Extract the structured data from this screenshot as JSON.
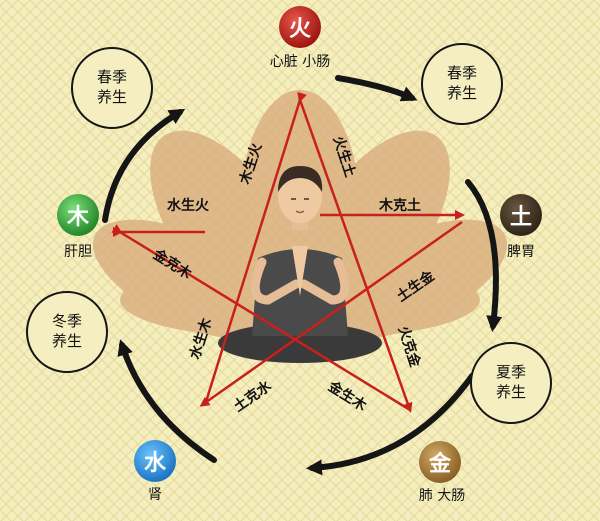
{
  "elements": {
    "fire": {
      "char": "火",
      "organs": "心脏 小肠",
      "color": "#c0201c"
    },
    "earth": {
      "char": "土",
      "organs": "脾胃",
      "color": "#4a3a28"
    },
    "metal": {
      "char": "金",
      "organs": "肺 大肠",
      "color": "#a0783a"
    },
    "water": {
      "char": "水",
      "organs": "肾",
      "color": "#2a8fd8"
    },
    "wood": {
      "char": "木",
      "organs": "肝胆",
      "color": "#3aa83a"
    }
  },
  "seasons": {
    "top_left": "春季\n养生",
    "top_right": "春季\n养生",
    "left": "冬季\n养生",
    "right": "夏季\n养生"
  },
  "relations": {
    "water_wood_fire": "水生火",
    "wood_fire": "木生火",
    "fire_earth": "火生土",
    "wood_earth": "木克土",
    "metal_wood": "金克木",
    "earth_metal": "土生金",
    "fire_metal": "火克金",
    "water_wood": "水生木",
    "earth_water": "土克水",
    "metal_water": "金生木"
  },
  "colors": {
    "background": "#f4eec0",
    "arrow_red": "#c8201c",
    "lotus": "#d9ab7c"
  }
}
